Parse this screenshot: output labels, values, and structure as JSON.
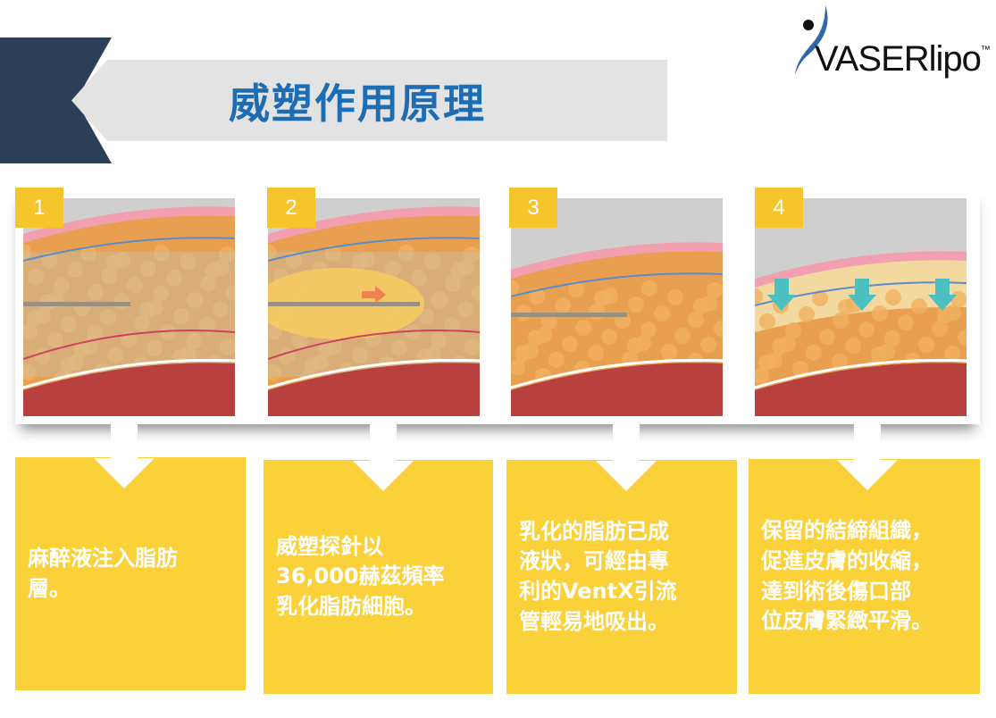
{
  "header": {
    "title": "威塑作用原理"
  },
  "logo": {
    "brand": "VASERlipo",
    "tm": "™"
  },
  "steps": [
    {
      "number": "1",
      "text_lines": [
        "麻醉液注入脂肪",
        "層。"
      ]
    },
    {
      "number": "2",
      "text_lines": [
        "威塑探針以",
        "36,000赫茲頻率",
        "乳化脂肪細胞。"
      ]
    },
    {
      "number": "3",
      "text_lines": [
        "乳化的脂肪已成",
        "液狀，可經由專",
        "利的VentX引流",
        "管輕易地吸出。"
      ]
    },
    {
      "number": "4",
      "text_lines": [
        "保留的結締組織，",
        "促進皮膚的收縮，",
        "達到術後傷口部",
        "位皮膚緊緻平滑。"
      ]
    }
  ],
  "colors": {
    "navy": "#2b4058",
    "title_blue": "#1d6db5",
    "yellow": "#fbd13a",
    "badge": "#f6c52c"
  }
}
